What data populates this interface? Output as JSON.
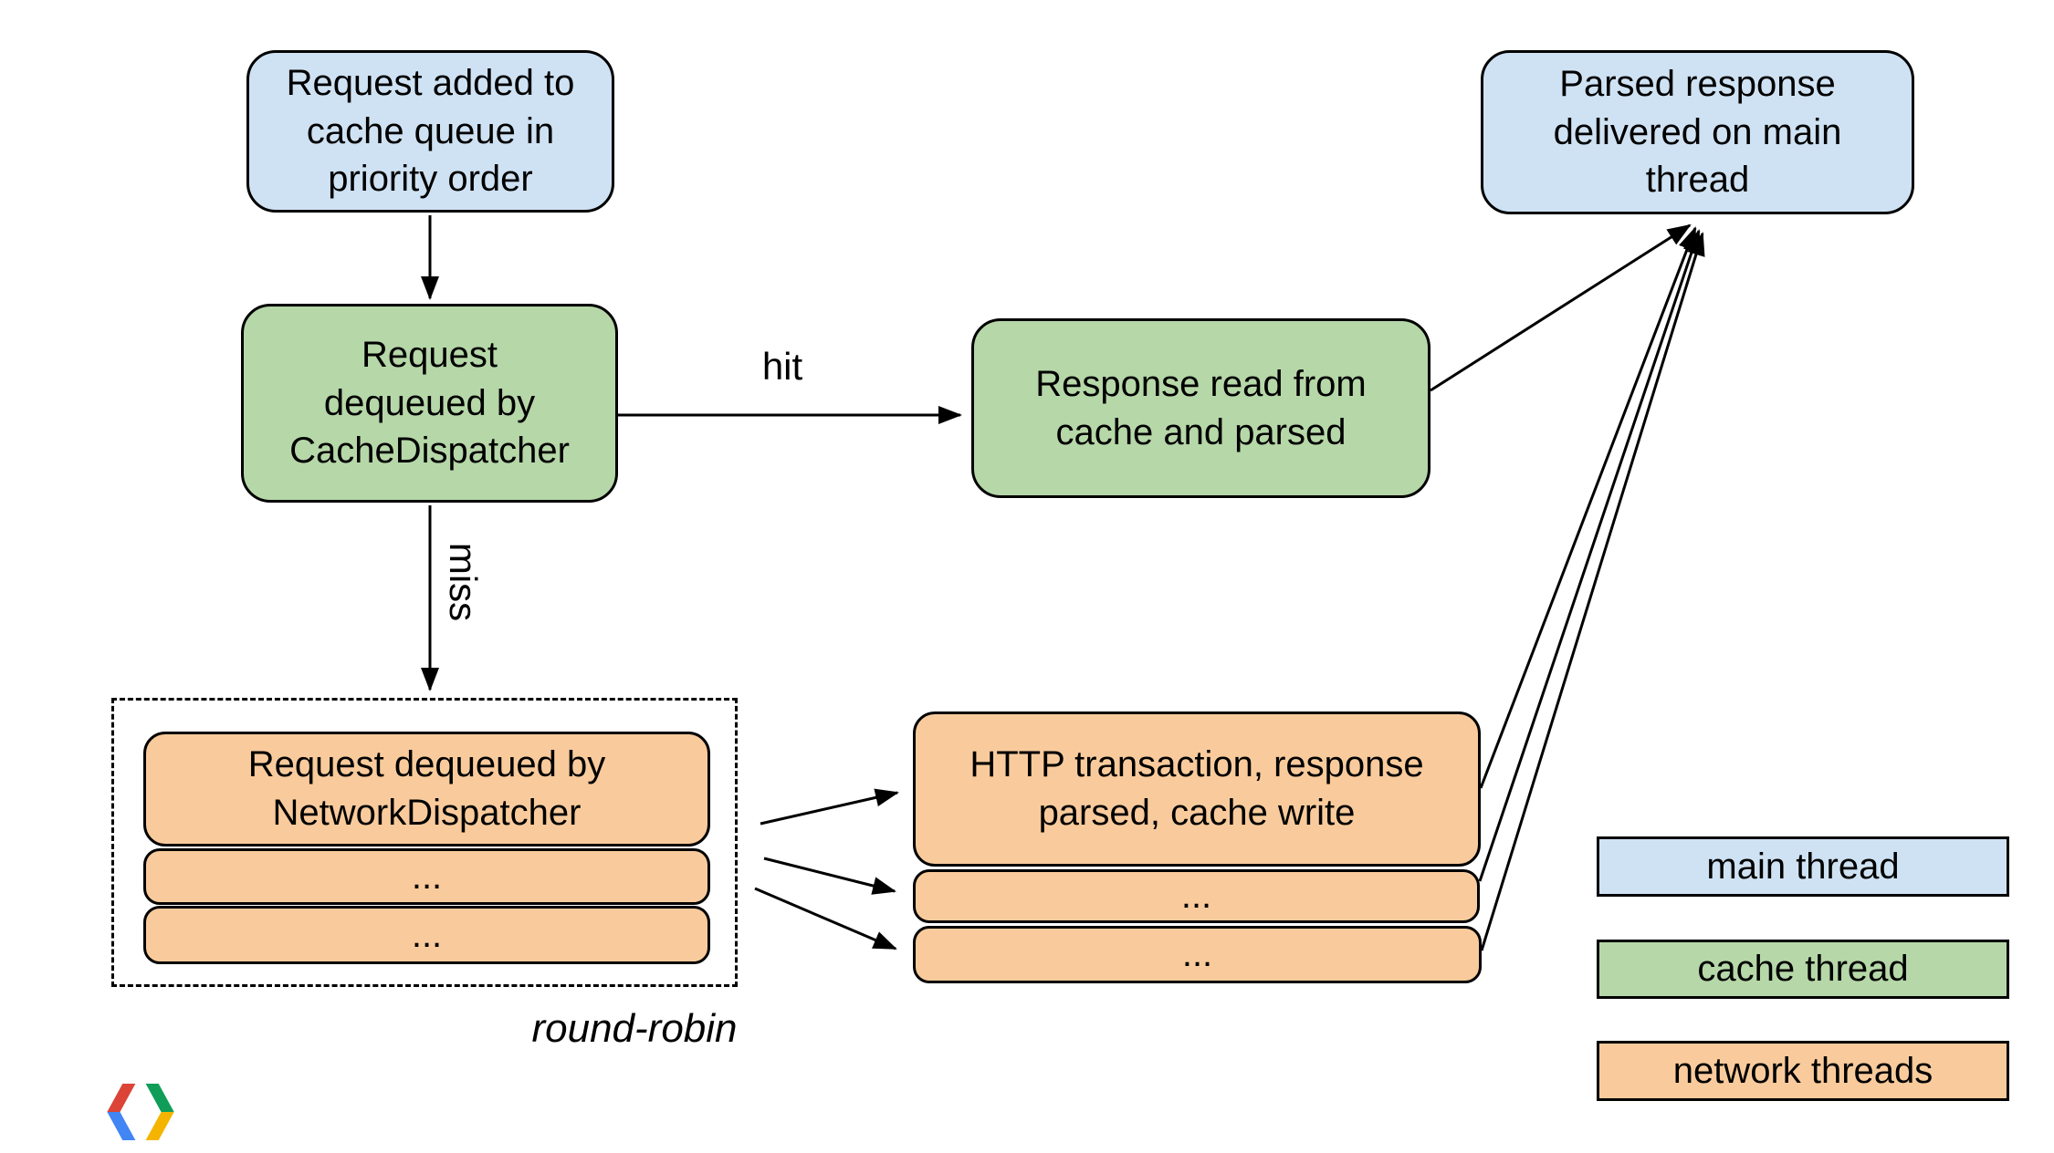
{
  "nodes": {
    "request_added": {
      "label": "Request added to\ncache queue in\npriority order",
      "thread": "main"
    },
    "cache_dispatcher": {
      "label": "Request\ndequeued by\nCacheDispatcher",
      "thread": "cache"
    },
    "response_read": {
      "label": "Response read from\ncache and parsed",
      "thread": "cache"
    },
    "parsed_response": {
      "label": "Parsed response\ndelivered on main\nthread",
      "thread": "main"
    },
    "network_dispatcher": {
      "label": "Request dequeued by\nNetworkDispatcher",
      "thread": "network"
    },
    "network_dispatcher_more_1": {
      "label": "...",
      "thread": "network"
    },
    "network_dispatcher_more_2": {
      "label": "...",
      "thread": "network"
    },
    "http_transaction": {
      "label": "HTTP transaction, response\nparsed, cache write",
      "thread": "network"
    },
    "http_transaction_more_1": {
      "label": "...",
      "thread": "network"
    },
    "http_transaction_more_2": {
      "label": "...",
      "thread": "network"
    }
  },
  "edge_labels": {
    "hit": "hit",
    "miss": "miss"
  },
  "annotations": {
    "round_robin": "round-robin"
  },
  "legend": {
    "items": [
      {
        "label": "main thread",
        "color": "#cfe2f3"
      },
      {
        "label": "cache thread",
        "color": "#b6d7a8"
      },
      {
        "label": "network threads",
        "color": "#f9cb9c"
      }
    ]
  },
  "colors": {
    "main_thread_fill": "#cfe2f3",
    "cache_thread_fill": "#b6d7a8",
    "network_thread_fill": "#f9cb9c",
    "border": "#000000",
    "arrow": "#000000",
    "background": "#ffffff"
  },
  "logo": {
    "name": "google-developers-logo",
    "colors": {
      "red": "#DB4437",
      "blue": "#4285F4",
      "green": "#0F9D58",
      "yellow": "#F4B400"
    }
  }
}
